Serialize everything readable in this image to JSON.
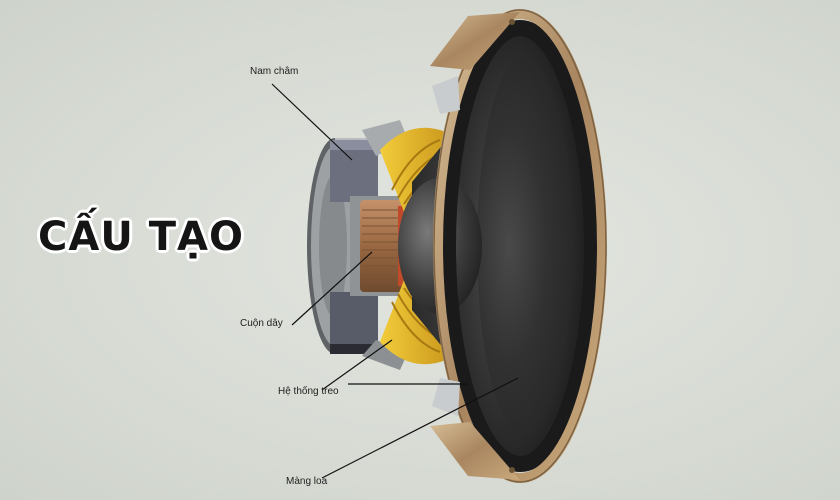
{
  "title": "CẤU TẠO",
  "labels": {
    "magnet": "Nam châm",
    "voice_coil": "Cuộn dây",
    "suspension": "Hệ thống treo",
    "cone": "Màng loa"
  },
  "colors": {
    "background": "#d9ddd6",
    "frame": "#b89a72",
    "cone": "#2b2b2b",
    "spider": "#e0b228",
    "magnet": "#6c6f7e",
    "coil": "#b07a4a"
  }
}
